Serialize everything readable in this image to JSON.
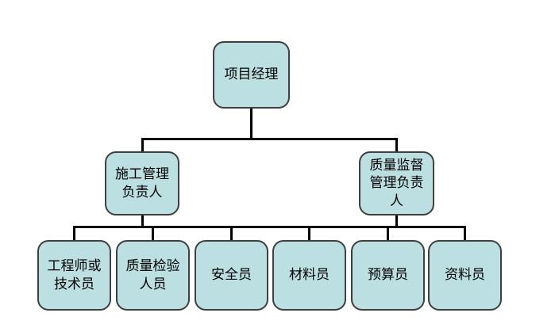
{
  "colors": {
    "background": "#ffffff",
    "box_fill": "#bcdfe2",
    "box_border": "#3f3f3f",
    "connector": "#000000",
    "text": "#000000"
  },
  "org_chart": {
    "root": {
      "label": "项目经理"
    },
    "managers": [
      {
        "label": "施工管理\n负责人"
      },
      {
        "label": "质量监督\n管理负责\n人"
      }
    ],
    "staff": [
      {
        "label": "工程师或\n技术员"
      },
      {
        "label": "质量检验\n人员"
      },
      {
        "label": "安全员"
      },
      {
        "label": "材料员"
      },
      {
        "label": "预算员"
      },
      {
        "label": "资料员"
      }
    ]
  }
}
